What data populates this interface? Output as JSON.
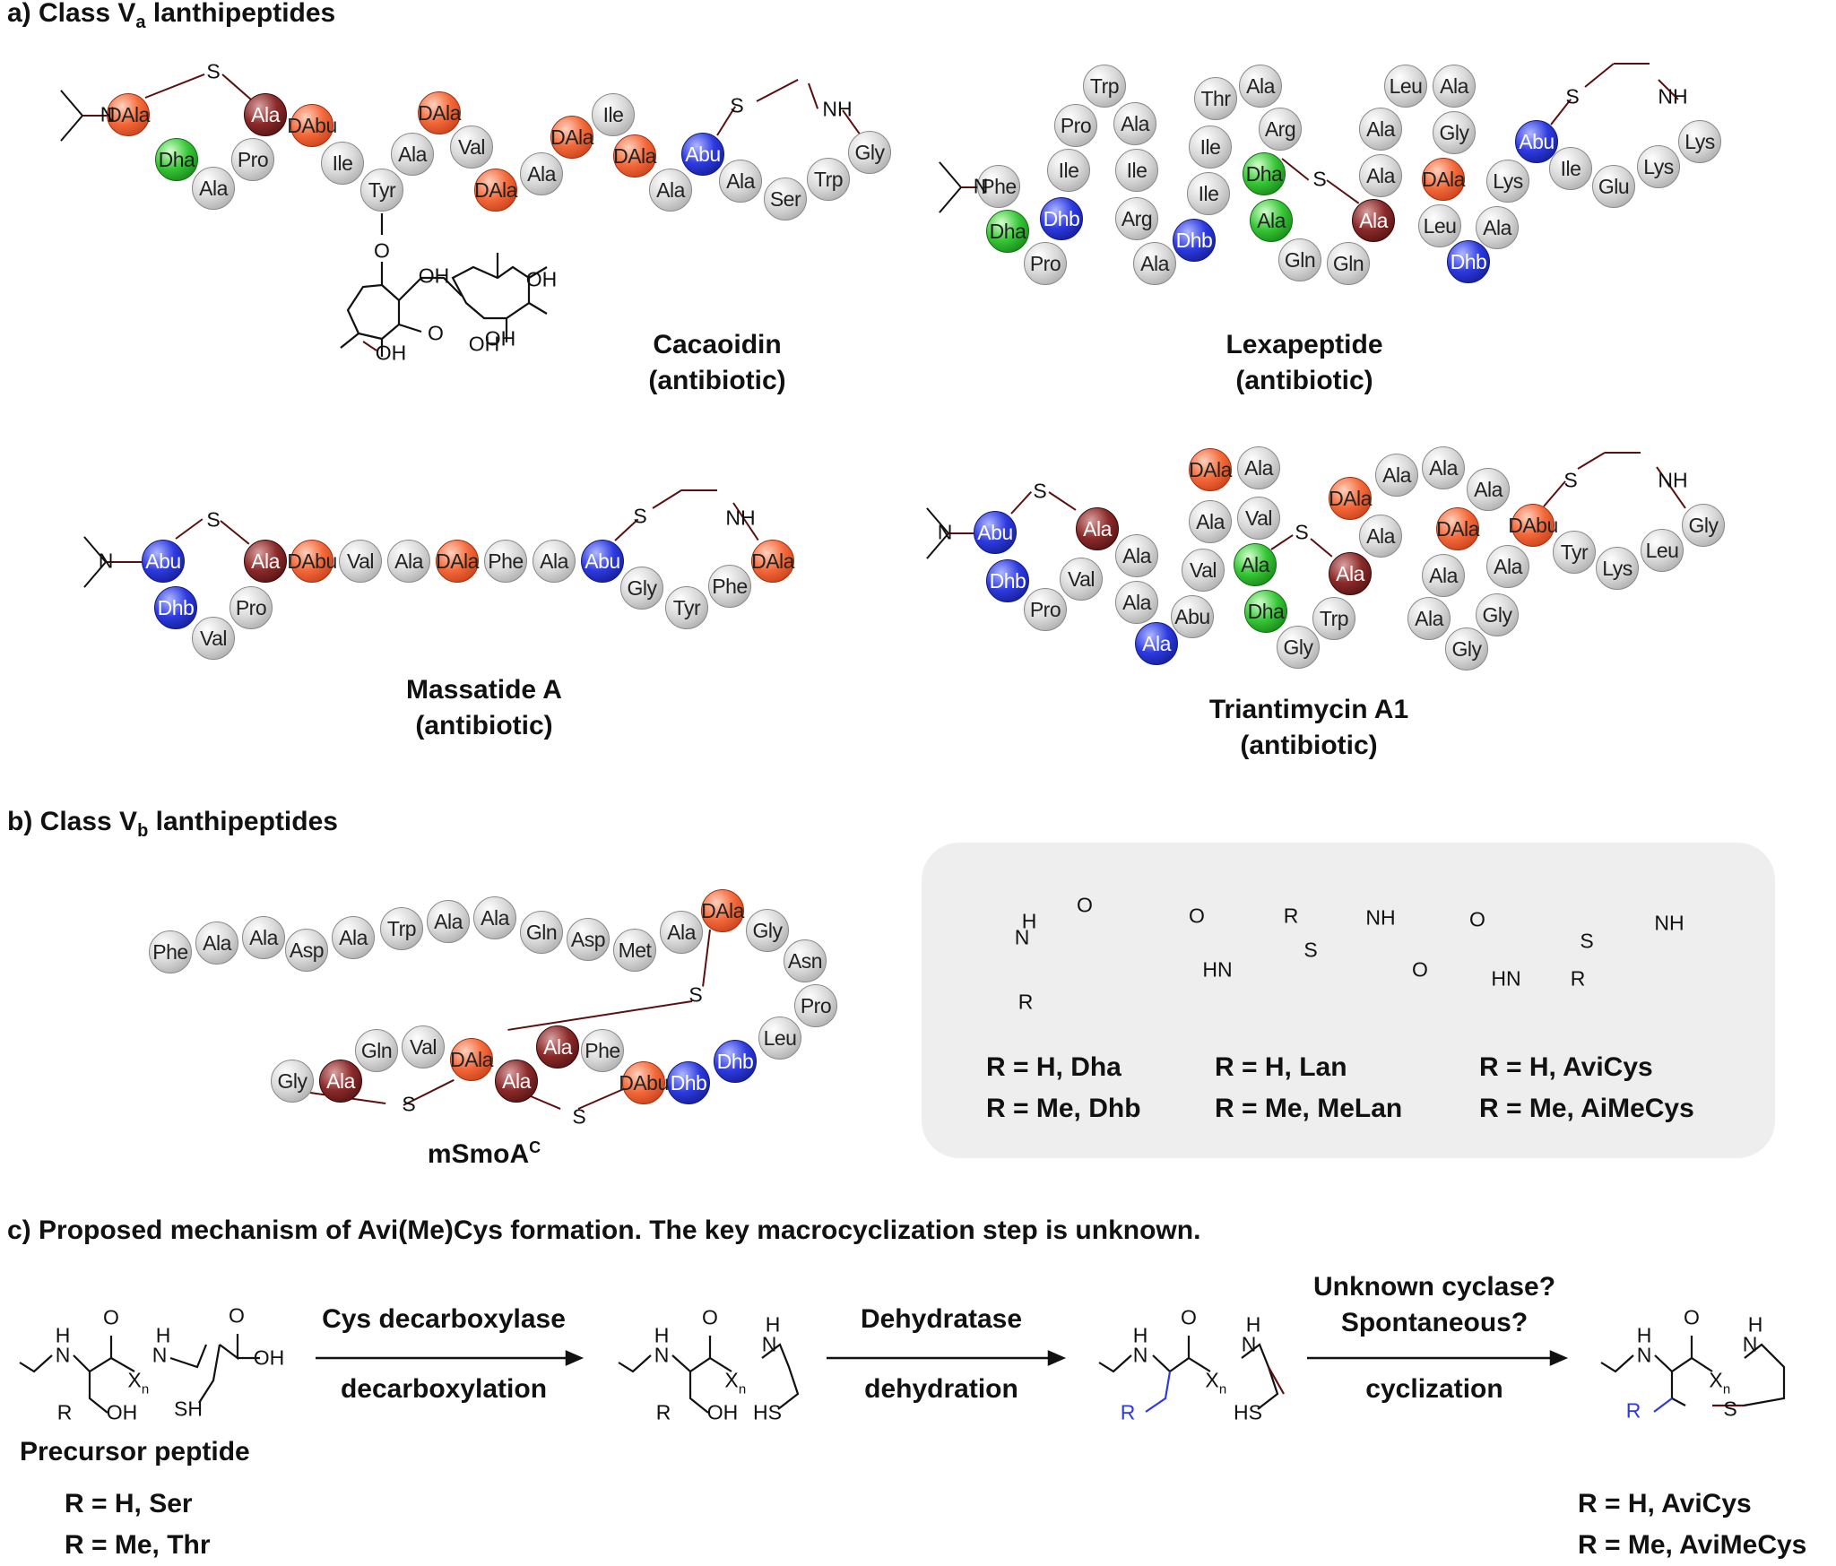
{
  "section_a": {
    "prefix": "a) Class V",
    "sub": "a",
    "suffix": " lanthipeptides"
  },
  "section_b": {
    "prefix": "b) Class V",
    "sub": "b",
    "suffix": " lanthipeptides"
  },
  "section_c": {
    "title": "c) Proposed mechanism of Avi(Me)Cys formation. The key macrocyclization step is unknown."
  },
  "peptides": {
    "cacaoidin": {
      "name": "Cacaoidin",
      "role": "(antibiotic)"
    },
    "lexapeptide": {
      "name": "Lexapeptide",
      "role": "(antibiotic)"
    },
    "massatide": {
      "name": "Massatide A",
      "role": "(antibiotic)"
    },
    "triantimycin": {
      "name": "Triantimycin A1",
      "role": "(antibiotic)"
    },
    "msmoac": {
      "name": "mSmoA",
      "sup": "C"
    }
  },
  "atoms": {
    "S": "S",
    "NH": "NH",
    "N": "N",
    "OH": "OH",
    "O": "O",
    "HN": "HN",
    "R": "R",
    "HS": "HS",
    "SH": "SH",
    "X": "X",
    "n": "n",
    "H": "H"
  },
  "legend": {
    "dha": [
      "R = H, Dha",
      "R = Me, Dhb"
    ],
    "lan": [
      "R = H, Lan",
      "R = Me, MeLan"
    ],
    "avicys": [
      "R = H, AviCys",
      "R = Me, AiMeCys"
    ]
  },
  "mechanism": {
    "precursor_label": "Precursor peptide",
    "precursor_r": [
      "R = H, Ser",
      "R = Me, Thr"
    ],
    "step1_enzyme": "Cys decarboxylase",
    "step1_reaction": "decarboxylation",
    "step2_enzyme": "Dehydratase",
    "step2_reaction": "dehydration",
    "step3_enzyme": [
      "Unknown cyclase?",
      "Spontaneous?"
    ],
    "step3_reaction": "cyclization",
    "product_r": [
      "R = H, AviCys",
      "R = Me, AviMeCys"
    ]
  },
  "residue_colors": {
    "gray": "#c8c8c8",
    "orange": "#f4693a",
    "maroon": "#8a2a2a",
    "blue": "#2d3ae0",
    "green": "#37c637"
  },
  "residues": {
    "cacaoidin": [
      "DAla",
      "Ala",
      "Dha",
      "Ala",
      "Pro",
      "DAbu",
      "Ile",
      "Tyr",
      "Ala",
      "DAla",
      "Val",
      "DAla",
      "Ala",
      "DAla",
      "Ile",
      "DAla",
      "Ala",
      "Abu",
      "Ala",
      "Ser",
      "Trp",
      "Gly"
    ],
    "lexapeptide": [
      "Phe",
      "Dha",
      "Pro",
      "Dhb",
      "Ile",
      "Pro",
      "Trp",
      "Ala",
      "Ile",
      "Arg",
      "Ala",
      "Dhb",
      "Ile",
      "Ile",
      "Thr",
      "Ala",
      "Arg",
      "Dha",
      "Ala",
      "Gln",
      "Gln",
      "Ala",
      "Ala",
      "Ala",
      "Leu",
      "Ala",
      "Gly",
      "DAla",
      "Leu",
      "Dhb",
      "Ala",
      "Lys",
      "Abu",
      "Ile",
      "Glu",
      "Lys",
      "Lys"
    ],
    "massatide": [
      "Abu",
      "Dhb",
      "Val",
      "Pro",
      "Ala",
      "DAbu",
      "Val",
      "Ala",
      "DAla",
      "Phe",
      "Ala",
      "Abu",
      "Gly",
      "Tyr",
      "Phe",
      "DAla"
    ],
    "triantimycin": [
      "Abu",
      "Dhb",
      "Pro",
      "Val",
      "Ala",
      "Ala",
      "Ala",
      "Ala",
      "Abu",
      "Val",
      "Ala",
      "DAla",
      "Ala",
      "Val",
      "Ala",
      "Dha",
      "Gly",
      "Trp",
      "Ala",
      "DAla",
      "Ala",
      "Ala",
      "Ala",
      "Ala",
      "DAla",
      "Ala",
      "Ala",
      "Gly",
      "Ala",
      "Gly",
      "DAbu",
      "Tyr",
      "Lys",
      "Leu",
      "Gly"
    ],
    "msmoac": [
      "Phe",
      "Ala",
      "Ala",
      "Asp",
      "Ala",
      "Trp",
      "Ala",
      "Ala",
      "Gln",
      "Asp",
      "Met",
      "Ala",
      "DAla",
      "Gly",
      "Asn",
      "Pro",
      "Leu",
      "Dhb",
      "Dhb",
      "DAbu",
      "Phe",
      "Ala",
      "Ala",
      "DAla",
      "Val",
      "Gln",
      "Ala",
      "Gly"
    ]
  }
}
